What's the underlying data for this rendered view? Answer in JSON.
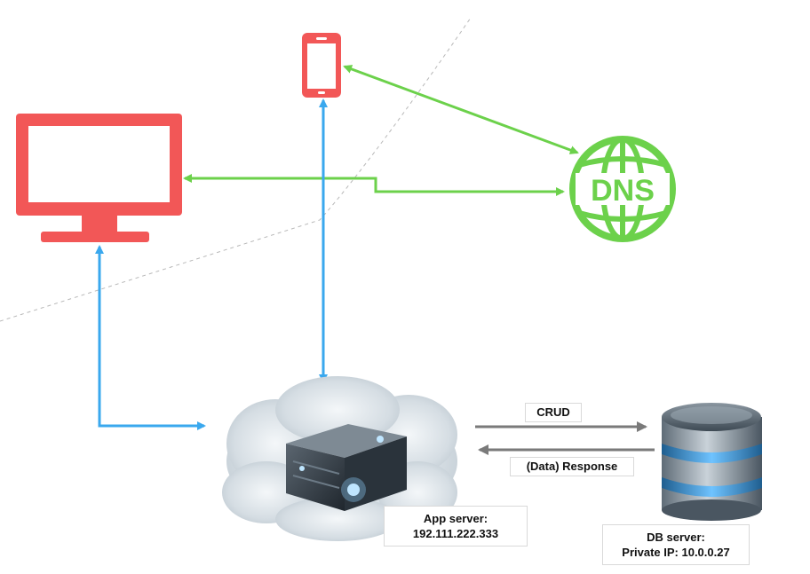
{
  "nodes": {
    "phone": {
      "icon": "smartphone-icon"
    },
    "desktop": {
      "icon": "desktop-monitor-icon"
    },
    "dns": {
      "icon": "dns-globe-icon",
      "label": "DNS"
    },
    "app_server": {
      "icon": "cloud-server-icon",
      "label_line1": "App server:",
      "label_line2": "192.111.222.333"
    },
    "db_server": {
      "icon": "database-icon",
      "label_line1": "DB server:",
      "label_line2": "Private IP: 10.0.0.27"
    }
  },
  "edges": {
    "crud": "CRUD",
    "response": "(Data) Response"
  },
  "colors": {
    "device": "#f25757",
    "dns": "#6cd14b",
    "client_link": "#3aa8ee",
    "db_link": "#7a7a7a",
    "divider": "#b8b8b8"
  }
}
